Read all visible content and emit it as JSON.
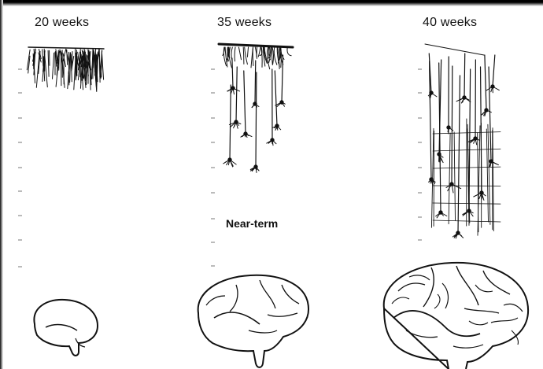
{
  "stages": [
    {
      "label": "20 weeks"
    },
    {
      "label": "35 weeks"
    },
    {
      "label": "40 weeks"
    }
  ],
  "annotation": "Near-term",
  "colors": {
    "ink": "#111111",
    "background": "#ffffff"
  }
}
